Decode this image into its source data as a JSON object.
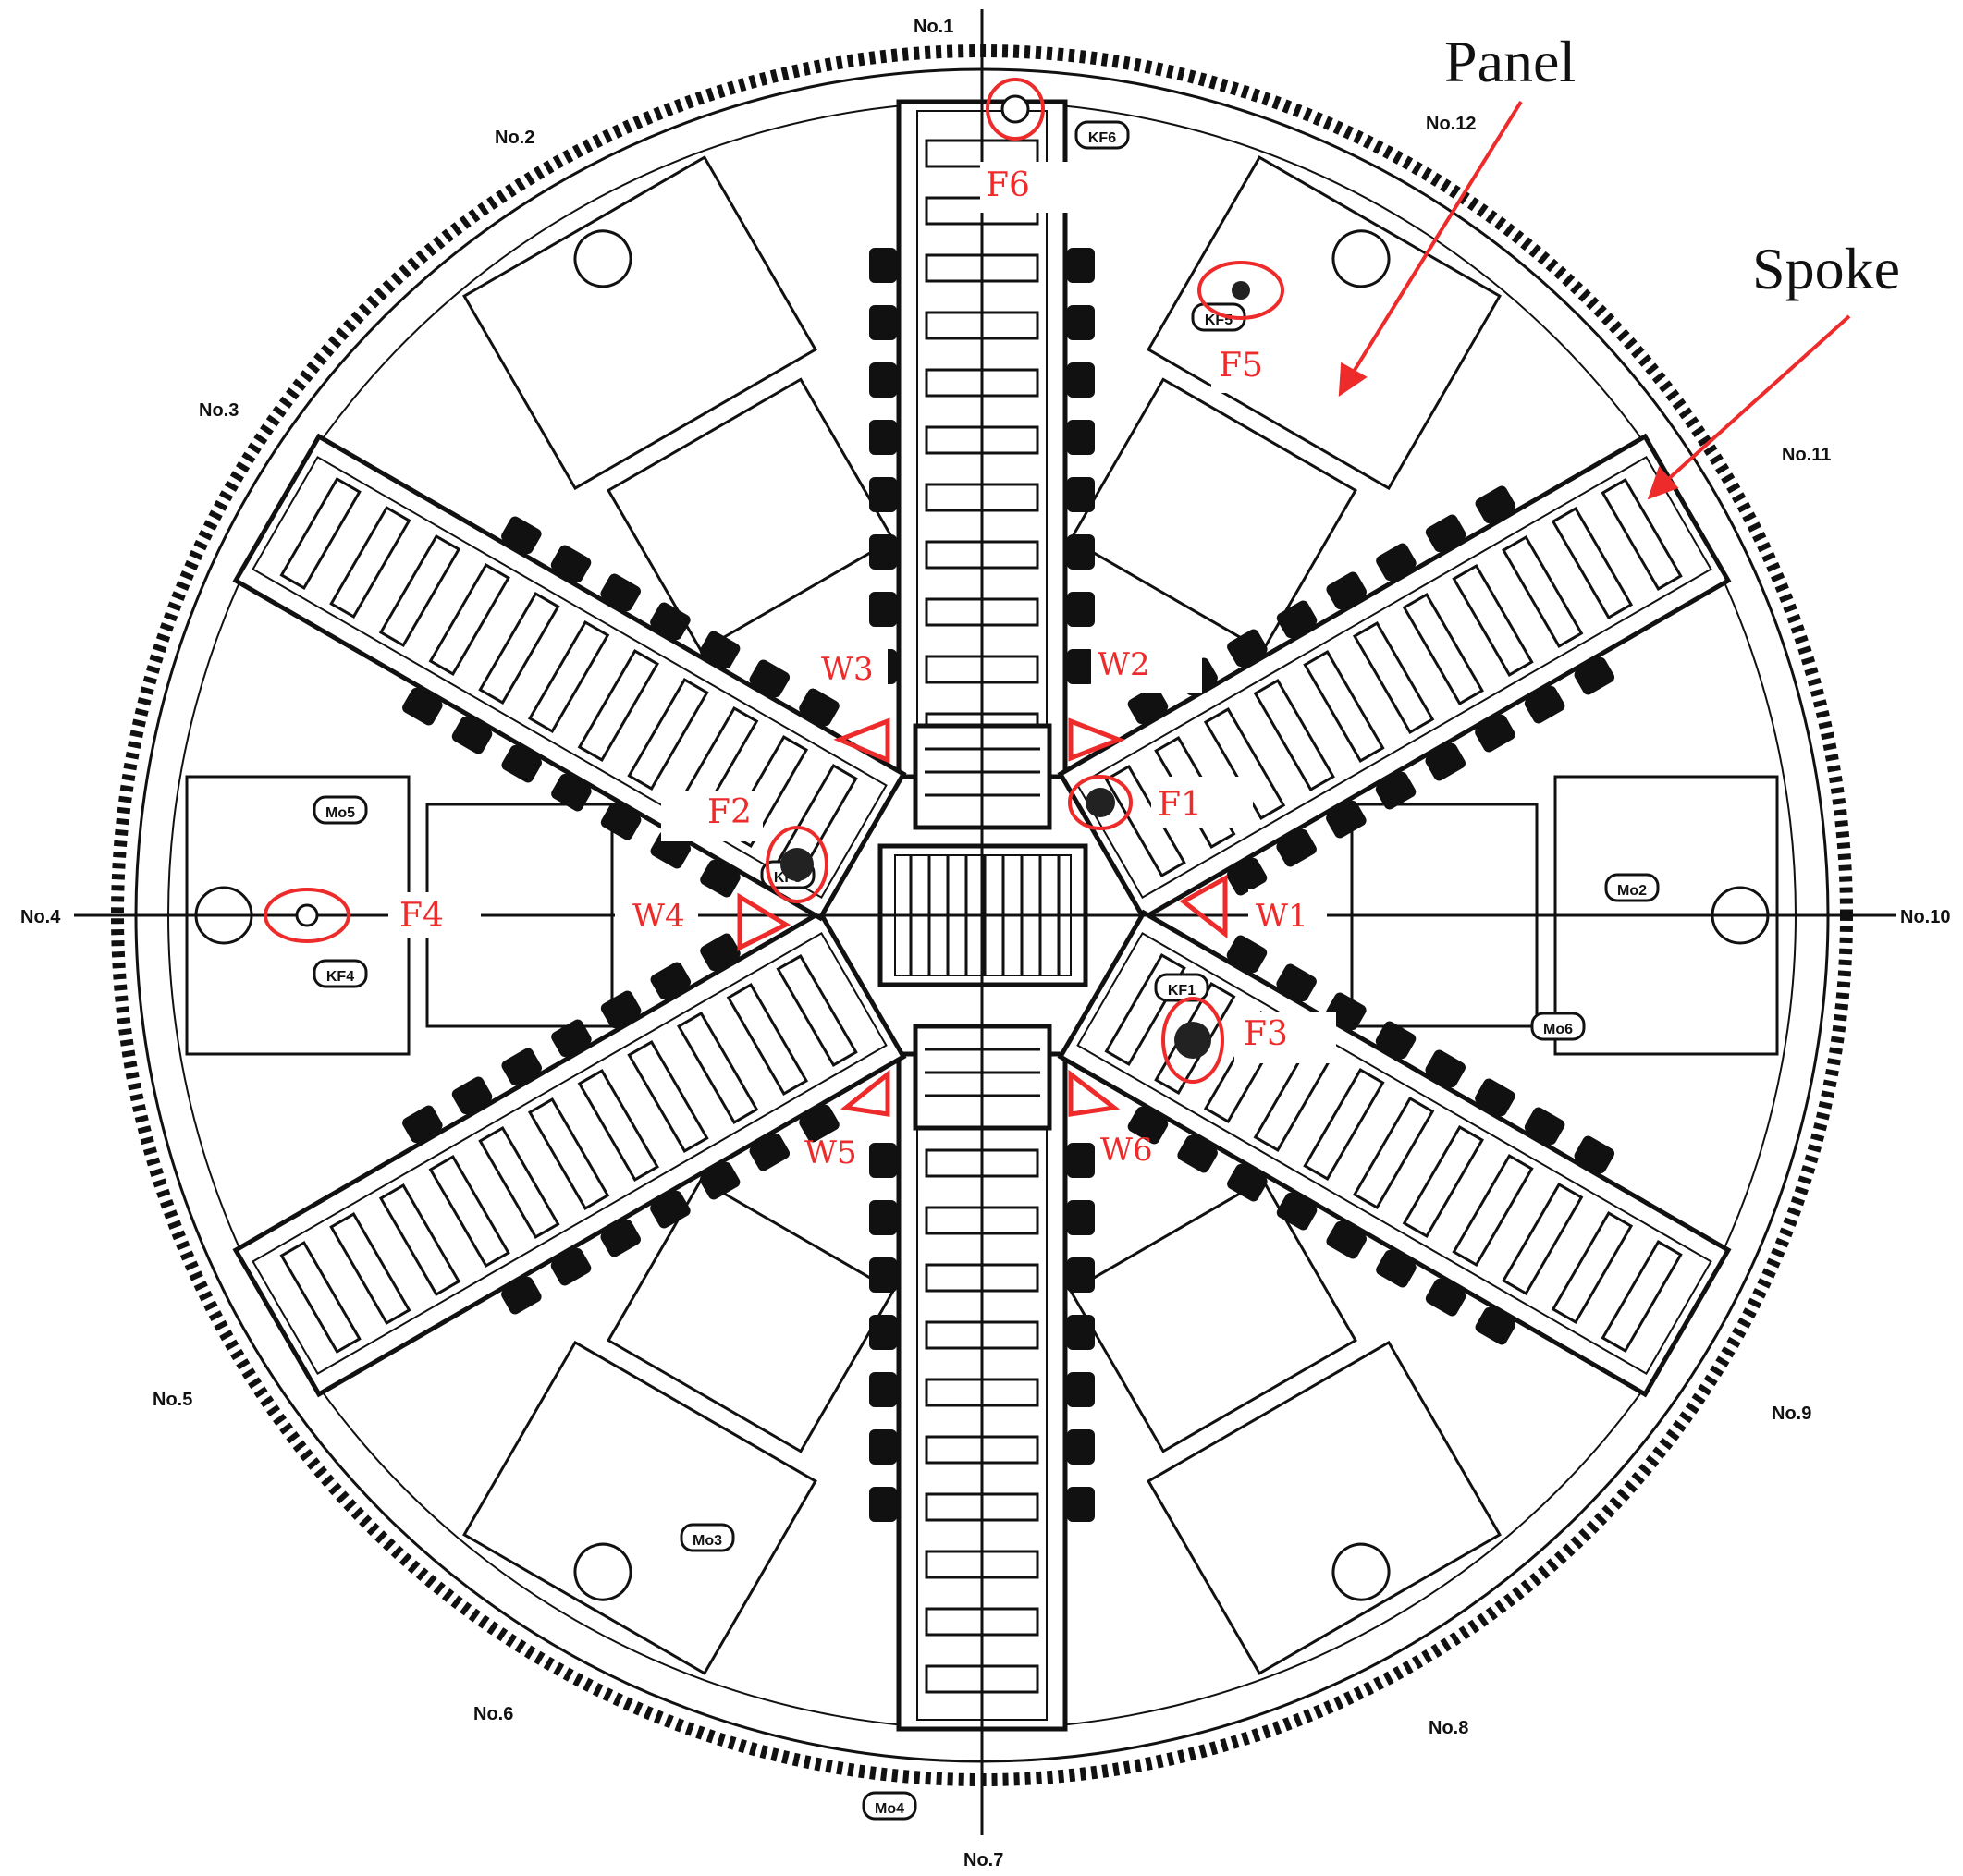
{
  "colors": {
    "line": "#111111",
    "marker": "#ee2b2b",
    "background": "#ffffff"
  },
  "spoke_numbers": [
    "No.1",
    "No.2",
    "No.3",
    "No.4",
    "No.5",
    "No.6",
    "No.7",
    "No.8",
    "No.9",
    "No.10",
    "No.11",
    "No.12"
  ],
  "sensors": {
    "F1": "F1",
    "F2": "F2",
    "F3": "F3",
    "F4": "F4",
    "F5": "F5",
    "F6": "F6",
    "W1": "W1",
    "W2": "W2",
    "W3": "W3",
    "W4": "W4",
    "W5": "W5",
    "W6": "W6"
  },
  "callouts": {
    "panel": "Panel",
    "spoke": "Spoke"
  },
  "tags": {
    "mo2": "Mo2",
    "mo3": "Mo3",
    "mo4": "Mo4",
    "mo5": "Mo5",
    "mo6": "Mo6",
    "kf1": "KF1",
    "kf3": "KF3",
    "kf4": "KF4",
    "kf5": "KF5",
    "kf6": "KF6"
  }
}
